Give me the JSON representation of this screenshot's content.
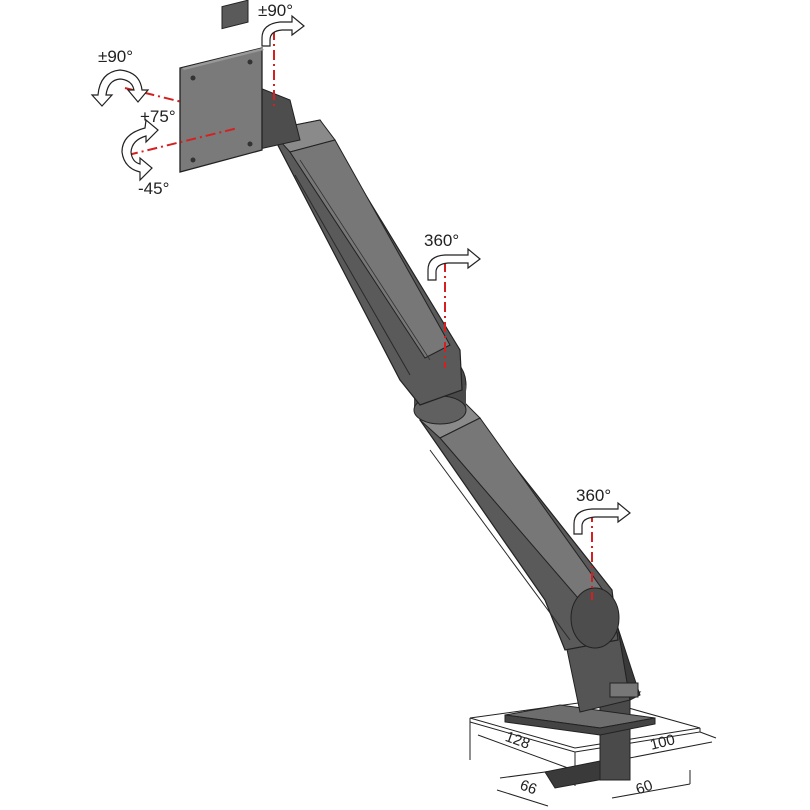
{
  "rotation_labels": {
    "tilt_top": "±90°",
    "swivel_left": "±90°",
    "tilt_up": "+75°",
    "tilt_down": "-45°",
    "elbow": "360°",
    "base": "360°"
  },
  "dimensions": {
    "clamp_depth": "128",
    "clamp_width": "100",
    "grommet_depth": "66",
    "grommet_width": "60"
  },
  "colors": {
    "arm": "#5a5a5a",
    "arm_light": "#8a8a8a",
    "arm_dark": "#3a3a3a",
    "axis": "#d42020",
    "arrow_fill": "#ffffff",
    "line": "#222222"
  }
}
